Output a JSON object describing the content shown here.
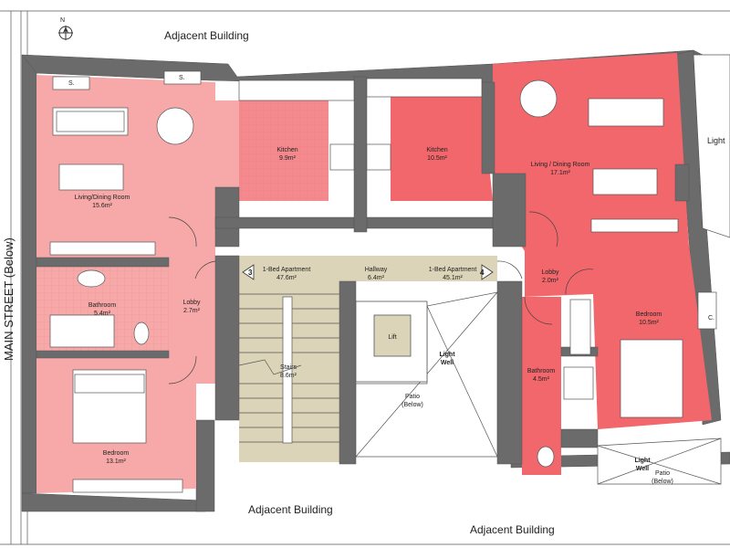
{
  "north_label": "N",
  "street_label": "MAIN STREET (Below)",
  "adjacent": {
    "top": "Adjacent Building",
    "bottom_center": "Adjacent Building",
    "bottom_right": "Adjacent Building"
  },
  "left_apartment": {
    "living": {
      "name": "Living/Dining Room",
      "area": "15.6m²"
    },
    "kitchen": {
      "name": "Kitchen",
      "area": "9.9m²"
    },
    "bathroom": {
      "name": "Bathroom",
      "area": "5.4m²"
    },
    "lobby": {
      "name": "Lobby",
      "area": "2.7m²"
    },
    "bedroom": {
      "name": "Bedroom",
      "area": "13.1m²"
    },
    "s1": "S.",
    "s2": "S."
  },
  "right_apartment": {
    "kitchen": {
      "name": "Kitchen",
      "area": "10.5m²"
    },
    "living": {
      "name": "Living / Dining Room",
      "area": "17.1m²"
    },
    "lobby": {
      "name": "Lobby",
      "area": "2.0m²"
    },
    "bedroom": {
      "name": "Bedroom",
      "area": "10.5m²"
    },
    "bathroom": {
      "name": "Bathroom",
      "area": "4.5m²"
    },
    "c": "C."
  },
  "common": {
    "apt_left": {
      "name": "1-Bed Apartment",
      "area": "47.6m²",
      "number": "3"
    },
    "hallway": {
      "name": "Hallway",
      "area": "6.4m²"
    },
    "apt_right": {
      "name": "1-Bed Apartment",
      "area": "45.1m²",
      "number": "4"
    },
    "stairs": {
      "name": "Stairs",
      "area": "8.6m²"
    },
    "lift": "Lift",
    "lightwell1": {
      "line1": "Light",
      "line2": "Well"
    },
    "patio1": {
      "line1": "Patio",
      "line2": "(Below)"
    },
    "lightwell2": {
      "line1": "Light",
      "line2": "Well"
    },
    "patio2": {
      "line1": "Patio",
      "line2": "(Below)"
    },
    "light_edge": "Light"
  },
  "colors": {
    "left_rooms": "#f7a9a9",
    "left_kitchen": "#f48a8e",
    "right_rooms": "#f2676b",
    "common_hall": "#dcd4b8",
    "walls": "#6b6b6b"
  }
}
